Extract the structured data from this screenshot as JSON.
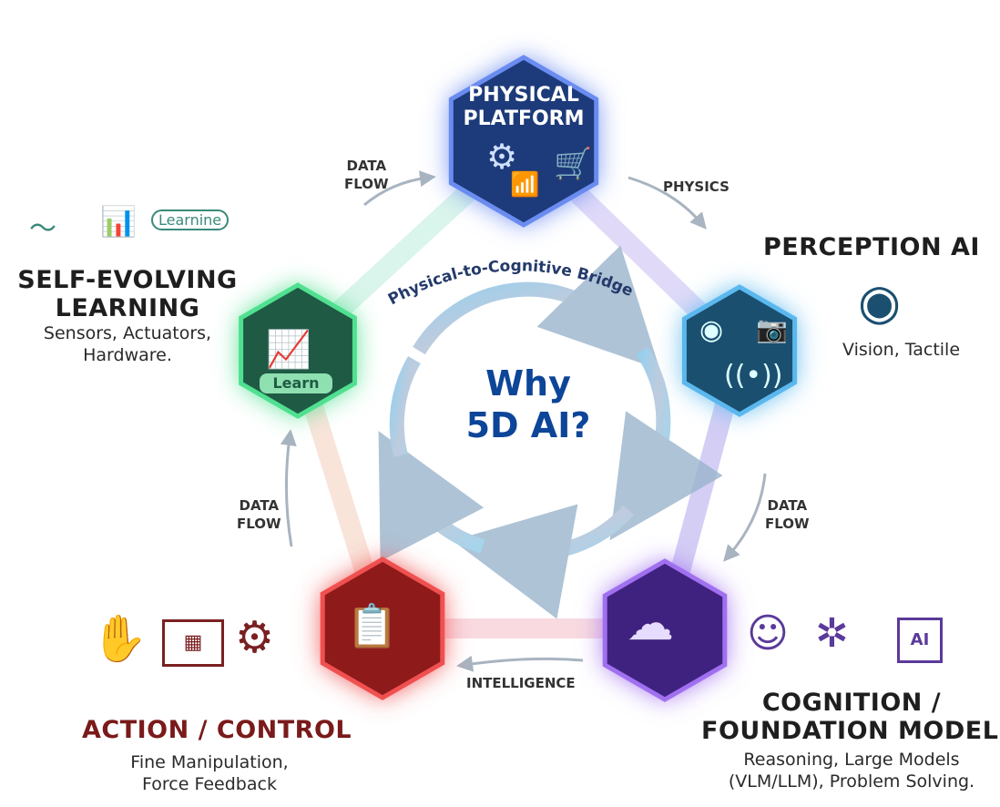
{
  "center": {
    "line1": "Why",
    "line2": "5D AI?",
    "color": "#0d4598"
  },
  "bridge_label": "Physical-to-Cognitive Bridge",
  "nodes": {
    "physical": {
      "title_line1": "PHYSICAL",
      "title_line2": "PLATFORM",
      "color": "#1d3a7a",
      "icons": [
        "robot-arm-icon",
        "wireless-sensor-icon",
        "agv-robot-icon"
      ]
    },
    "perception": {
      "title": "PERCEPTION AI",
      "subtitle": "Vision, Tactile",
      "color": "#1b4f70",
      "icons": [
        "eye-icon",
        "camera-icon",
        "antenna-icon"
      ]
    },
    "cognition": {
      "title_line1": "COGNITION /",
      "title_line2": "FOUNDATION MODELS",
      "subtitle_line1": "Reasoning, Large Models",
      "subtitle_line2": "(VLM/LLM), Problem Solving.",
      "color": "#3f2280",
      "icons": [
        "brain-icon",
        "head-brain-icon",
        "neural-network-icon",
        "ai-chip-icon"
      ]
    },
    "action": {
      "title": "ACTION / CONTROL",
      "subtitle_line1": "Fine Manipulation,",
      "subtitle_line2": "Force Feedback",
      "color": "#8e1a1a",
      "title_color": "#7a1a1a",
      "icons": [
        "hand-icon",
        "control-panel-icon",
        "motor-icon"
      ]
    },
    "learning": {
      "title_line1": "SELF-EVOLVING",
      "title_line2": "LEARNING",
      "subtitle_line1": "Sensors, Actuators,",
      "subtitle_line2": "Hardware.",
      "badge": "Learn",
      "side_badge": "Learnine",
      "color": "#1f5a45",
      "icons": [
        "growth-chart-icon",
        "bar-chart-icon",
        "learning-loop-icon"
      ]
    }
  },
  "edges": {
    "top_left": {
      "line1": "DATA",
      "line2": "FLOW"
    },
    "top_right": "PHYSICS",
    "right": {
      "line1": "DATA",
      "line2": "FLOW"
    },
    "bottom": "INTELLIGENCE",
    "left": {
      "line1": "DATA",
      "line2": "FLOW"
    }
  }
}
